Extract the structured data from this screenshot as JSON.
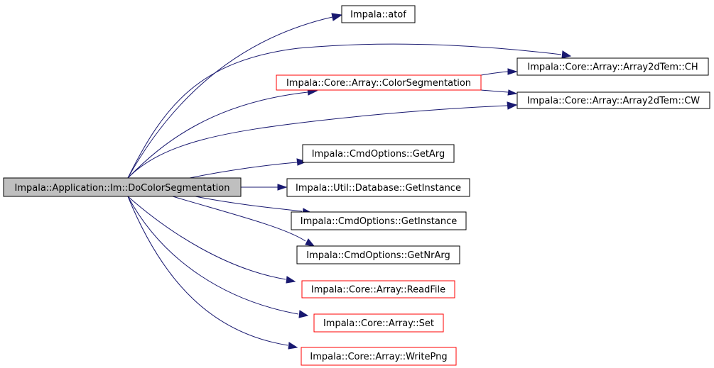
{
  "colors": {
    "edge": "#191970",
    "root_fill": "#bfbfbf",
    "node_fill": "#ffffff",
    "node_border_default": "#000000",
    "node_border_undocumented": "#ff0000"
  },
  "nodes": {
    "root": {
      "label": "Impala::Application::Im::DoColorSegmentation",
      "style": "root"
    },
    "atof": {
      "label": "Impala::atof",
      "style": "default"
    },
    "colorseg": {
      "label": "Impala::Core::Array::ColorSegmentation",
      "style": "red"
    },
    "ch": {
      "label": "Impala::Core::Array::Array2dTem::CH",
      "style": "default"
    },
    "cw": {
      "label": "Impala::Core::Array::Array2dTem::CW",
      "style": "default"
    },
    "getarg": {
      "label": "Impala::CmdOptions::GetArg",
      "style": "default"
    },
    "dbinstance": {
      "label": "Impala::Util::Database::GetInstance",
      "style": "default"
    },
    "cmdinstance": {
      "label": "Impala::CmdOptions::GetInstance",
      "style": "default"
    },
    "getnrarg": {
      "label": "Impala::CmdOptions::GetNrArg",
      "style": "default"
    },
    "readfile": {
      "label": "Impala::Core::Array::ReadFile",
      "style": "red"
    },
    "set": {
      "label": "Impala::Core::Array::Set",
      "style": "red"
    },
    "writepng": {
      "label": "Impala::Core::Array::WritePng",
      "style": "red"
    }
  },
  "edges": [
    {
      "from": "root",
      "to": "atof"
    },
    {
      "from": "root",
      "to": "ch"
    },
    {
      "from": "root",
      "to": "colorseg"
    },
    {
      "from": "root",
      "to": "cw"
    },
    {
      "from": "root",
      "to": "getarg"
    },
    {
      "from": "root",
      "to": "dbinstance"
    },
    {
      "from": "root",
      "to": "cmdinstance"
    },
    {
      "from": "root",
      "to": "getnrarg"
    },
    {
      "from": "root",
      "to": "readfile"
    },
    {
      "from": "root",
      "to": "set"
    },
    {
      "from": "root",
      "to": "writepng"
    },
    {
      "from": "colorseg",
      "to": "ch"
    },
    {
      "from": "colorseg",
      "to": "cw"
    }
  ]
}
